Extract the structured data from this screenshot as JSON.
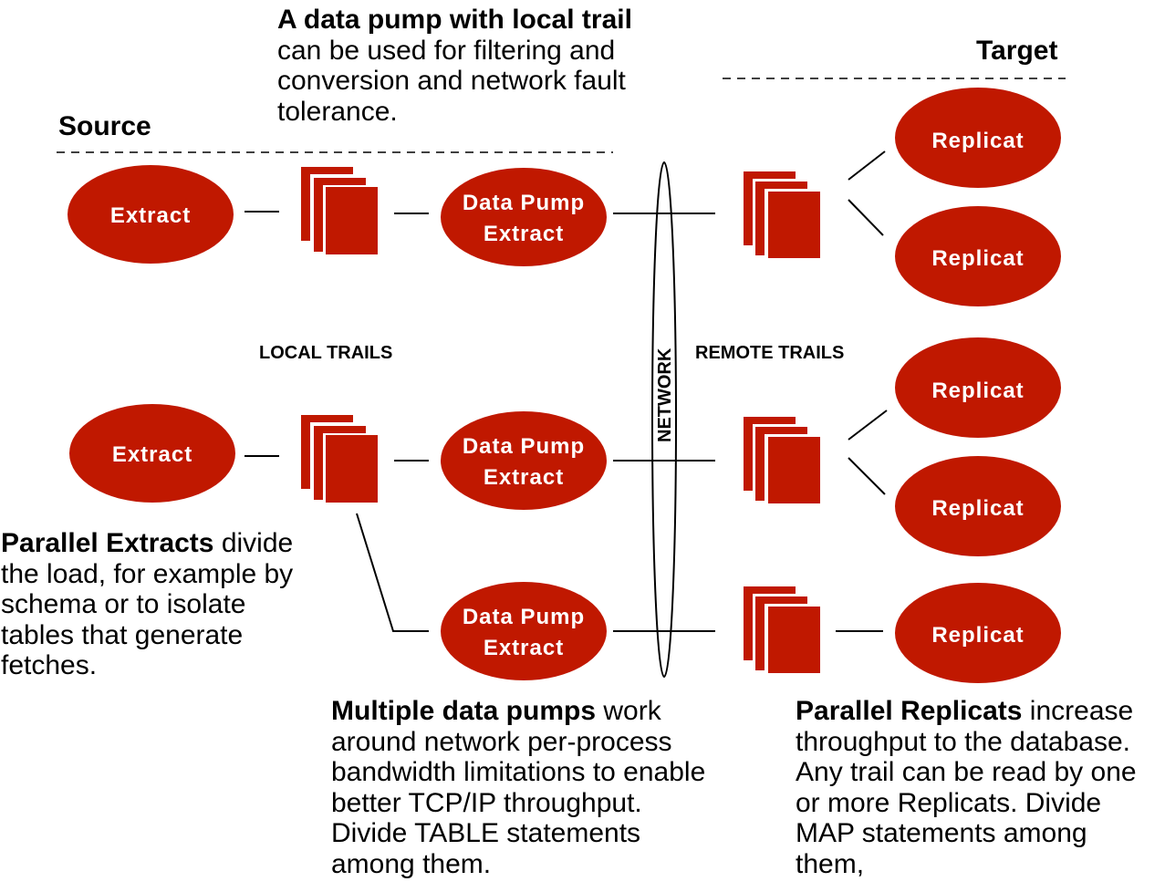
{
  "colors": {
    "process_fill": "#C01800",
    "trail_fill": "#C01800",
    "line": "#000000"
  },
  "headers": {
    "source": "Source",
    "target": "Target"
  },
  "labels": {
    "local_trails": "LOCAL TRAILS",
    "remote_trails": "REMOTE TRAILS",
    "network": "NETWORK"
  },
  "nodes": {
    "extract_1": "Extract",
    "extract_2": "Extract",
    "pump_1": [
      "Data Pump",
      "Extract"
    ],
    "pump_2": [
      "Data Pump",
      "Extract"
    ],
    "pump_3": [
      "Data Pump",
      "Extract"
    ],
    "replicat_1": "Replicat",
    "replicat_2": "Replicat",
    "replicat_3": "Replicat",
    "replicat_4": "Replicat",
    "replicat_5": "Replicat"
  },
  "notes": {
    "pump_note": {
      "bold": "A data pump with local trail",
      "text": " can be used for filtering and conversion and network fault tolerance."
    },
    "extracts_note": {
      "bold": "Parallel Extracts",
      "text": " divide the load, for example by schema or to isolate tables that generate fetches."
    },
    "pumps_note": {
      "bold": "Multiple data pumps",
      "text": " work around network per-process bandwidth limitations to enable better TCP/IP throughput. Divide TABLE statements among them."
    },
    "replicats_note": {
      "bold": "Parallel Replicats",
      "text": " increase throughput to the database. Any trail can be read by one or more Replicats. Divide MAP statements among them,"
    }
  }
}
